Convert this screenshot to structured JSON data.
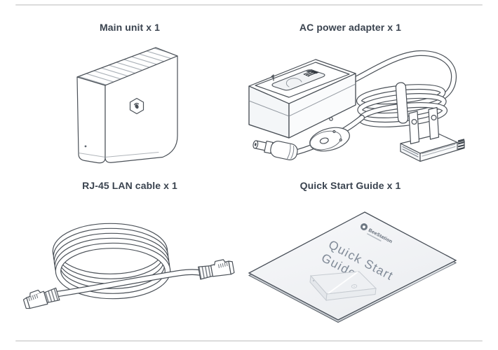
{
  "items": [
    {
      "label": "Main unit x 1"
    },
    {
      "label": "AC power adapter x 1"
    },
    {
      "label": "RJ-45 LAN cable x 1"
    },
    {
      "label": "Quick Start Guide x 1"
    }
  ],
  "guide_cover": {
    "brand": "BeeStation",
    "title_line1": "Quick Start",
    "title_line2": "Guide"
  },
  "icons": {
    "main_unit_logo": "beestation-hexagon-emblem",
    "guide_logo": "beestation-circle-logo"
  },
  "colors": {
    "background": "#ffffff",
    "divider": "#dcdcdc",
    "caption": "#3a434f",
    "line-art": "#4b5158",
    "cover-text": "#818b98"
  }
}
